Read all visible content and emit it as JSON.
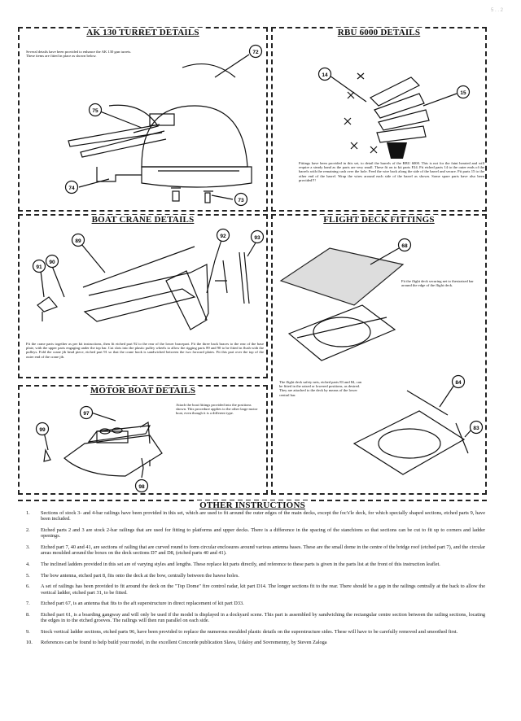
{
  "corner_mark": "5 . . 2",
  "panels": {
    "ak130": {
      "title": "AK 130 TURRET DETAILS",
      "text": "Several details have been provided to enhance the AK 130 gun turrets. These items are fitted in place as shown below.",
      "callouts": [
        "72",
        "75",
        "74",
        "73"
      ]
    },
    "rbu": {
      "title": "RBU 6000 DETAILS",
      "text": "Fittings have been provided in this set, to detail the barrels of the RBU 6000. This is not for the faint hearted and will require a steady hand as the parts are very small. These fit on to kit parts F24. Fit etched parts 14 to the outer ends of the barrels with the remaining cash over the hole. Feed the wire back along the side of the barrel and secure. Fit parts 15 to the other end of the barrel. Wrap the wires around each side of the barrel as shown. Some spare parts have also been provided!!!",
      "callouts": [
        "14",
        "15"
      ]
    },
    "crane": {
      "title": "BOAT CRANE DETAILS",
      "text": "Fit the crane parts together as per kit instructions, then fit etched part 92 to the rear of the lower bracepart. Fit the three back braces to the rear of the base plate, with the upper parts engaging under the top bar. Cut slots into the plastic pulley wheels to allow the rigging parts 89 and 90 to be fitted in flush with the pulleys. Fold the crane jib head piece, etched part 91 so that the crane hook is sandwiched between the two forward plates. Fit this part over the top of the outer end of the crane jib.",
      "callouts": [
        "89",
        "92",
        "93",
        "91",
        "90"
      ]
    },
    "flight": {
      "title": "FLIGHT DECK FITTINGS",
      "net_text": "Fit the flight deck securing net to thestraised bar around the edge of the flight deck.",
      "rail_text": "The flight deck safety nets, etched parts 83 and 84, can be fitted in the raised or lowered positions, as desired. They are attached to the deck by means of the lower central bar.",
      "callouts": [
        "68",
        "84",
        "83"
      ]
    },
    "motor": {
      "title": "MOTOR BOAT DETAILS",
      "text": "Attach the boat fittings provided into the positions shown. This procedure applies to the other large motor boat, even though it is a different type.",
      "callouts": [
        "97",
        "99",
        "98"
      ]
    },
    "other": {
      "title": "OTHER INSTRUCTIONS",
      "items": [
        {
          "n": "1.",
          "t": "Sections of stock 3- and 4-bar railings have been provided in this set, which are used to fit around the outer edges of the main decks, except the foc's'le deck, for which specially shaped sections, etched parts 9, have been included."
        },
        {
          "n": "2.",
          "t": "Etched parts 2 and 3 are stock 2-bar railings that are used for fitting to platforms and upper decks. There is a difference in the spacing of the stanchions so that sections can be cut to fit up to corners and ladder openings."
        },
        {
          "n": "3.",
          "t": "Etched part 7, 40 and 41, are sections of railing that are curved round to form circular enclosures around various antenna bases. These are the small dome in the centre of the bridge roof (etched part 7), and the circular areas moulded around the boxes on the deck sections D7 and D8, (etched parts 40 and 41)."
        },
        {
          "n": "4.",
          "t": "The inclined ladders provided in this set are of varying styles and lengths. These replace kit parts directly, and reference to these parts is given in the parts list at the front of this instruction leaflet."
        },
        {
          "n": "5.",
          "t": "The bow antenna, etched part 8, fits onto the deck at the bow, centrally between the hawse holes."
        },
        {
          "n": "6.",
          "t": "A set of railings has been provided to fit around the deck on the \"Top Dome\" fire control radar, kit part D14. The longer sections fit to the rear. There should be a gap in the railings centrally at the back to allow the vertical ladder, etched part 31, to be fitted."
        },
        {
          "n": "7.",
          "t": "Etched part 67, is an antenna that fits to the aft superstructure in direct replacement of kit part D33."
        },
        {
          "n": "8.",
          "t": "Etched part 61, is a boarding gangway and will only be used if the model is displayed in a dockyard scene. This part is assembled by sandwiching the rectangular centre section between the railing sections, locating the edges in to the etched grooves. The railings will then run parallel on each side."
        },
        {
          "n": "9.",
          "t": "Stock vertical ladder sections, etched parts 96, have been provided to replace the numerous moulded plastic details on the superstructure sides. These will have to be carefully removed and smoothed first."
        },
        {
          "n": "10.",
          "t": "References can be found to help build your model, in the excellent Concorde publication Slava, Udaloy and Sovremenny, by Steven Zaloga"
        }
      ]
    }
  }
}
